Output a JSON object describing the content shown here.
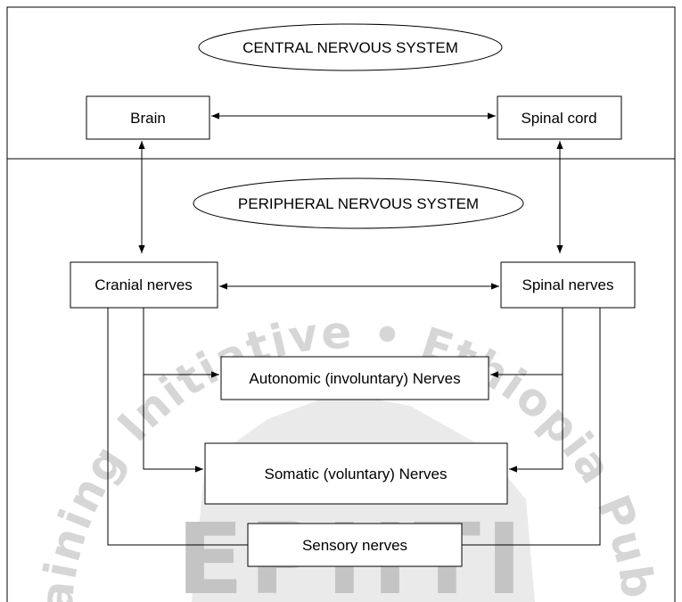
{
  "watermark": {
    "arc_text": "Health Training Initiative • Ethiopia Public Health",
    "logo_text": "EPHTI"
  },
  "cns": {
    "title": "CENTRAL NERVOUS SYSTEM",
    "brain": "Brain",
    "spinal_cord": "Spinal cord"
  },
  "pns": {
    "title": "PERIPHERAL NERVOUS SYSTEM",
    "cranial_nerves": "Cranial nerves",
    "spinal_nerves": "Spinal nerves",
    "autonomic": "Autonomic (involuntary) Nerves",
    "somatic": "Somatic (voluntary) Nerves",
    "sensory": "Sensory nerves"
  },
  "colors": {
    "line": "#000000",
    "watermark": "#d0d0d0",
    "background": "#ffffff"
  }
}
